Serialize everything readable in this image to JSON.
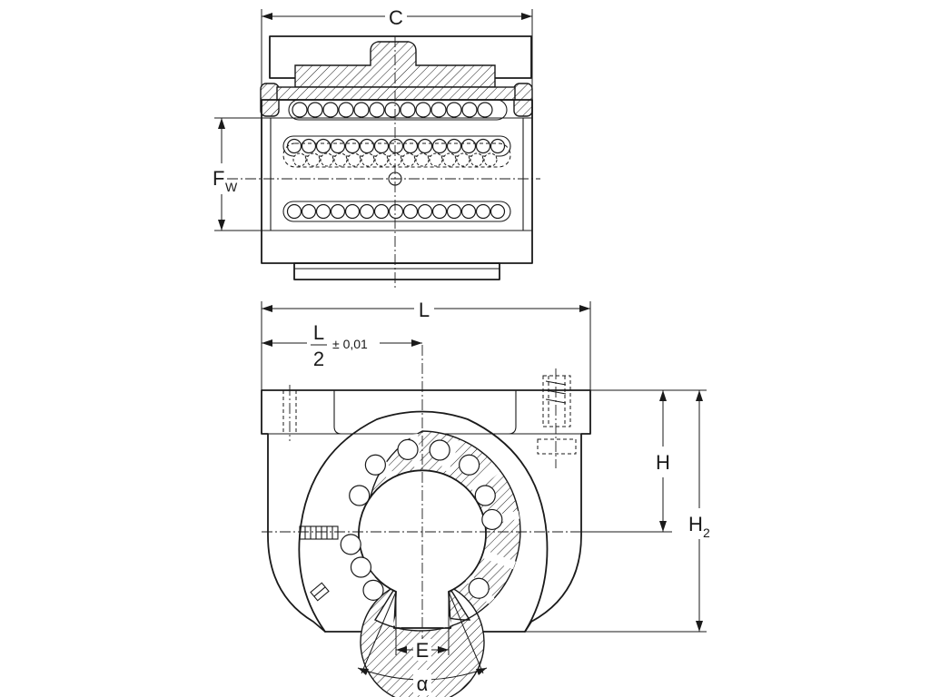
{
  "labels": {
    "c": "C",
    "fw_main": "F",
    "fw_sub": "W",
    "l": "L",
    "half_num": "L",
    "half_den": "2",
    "tolerance": "± 0,01",
    "h": "H",
    "h2_main": "H",
    "h2_sub": "2",
    "e": "E",
    "alpha": "α"
  }
}
